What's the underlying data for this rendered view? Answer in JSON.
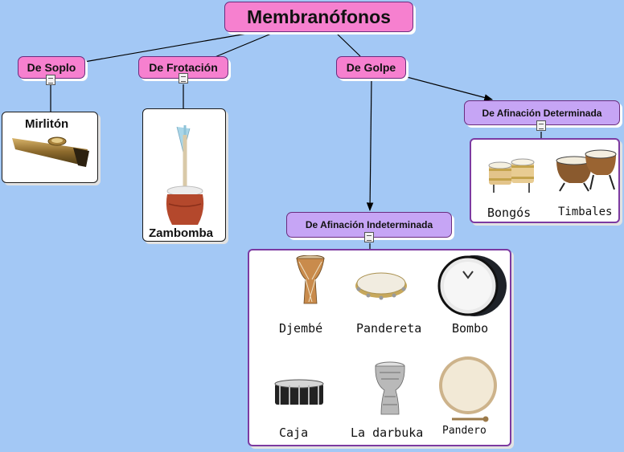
{
  "title": "Membranófonos",
  "categories": {
    "soplo": "De Soplo",
    "frotacion": "De Frotación",
    "golpe": "De Golpe"
  },
  "subcategories": {
    "indeterminada": "De Afinación Indeterminada",
    "determinada": "De Afinación Determinada"
  },
  "instruments": {
    "mirliton": "Mirlitón",
    "zambomba": "Zambomba",
    "bongos": "Bongós",
    "timbales": "Timbales",
    "djembe": "Djembé",
    "pandereta": "Pandereta",
    "bombo": "Bombo",
    "caja": "Caja",
    "darbuka": "La darbuka",
    "pandero": "Pandero"
  },
  "colors": {
    "background": "#a3c8f5",
    "root_fill": "#f680cf",
    "subcategory_fill": "#c6a5f5",
    "border": "#6a2c7e"
  },
  "icons": [
    "document-icon"
  ]
}
